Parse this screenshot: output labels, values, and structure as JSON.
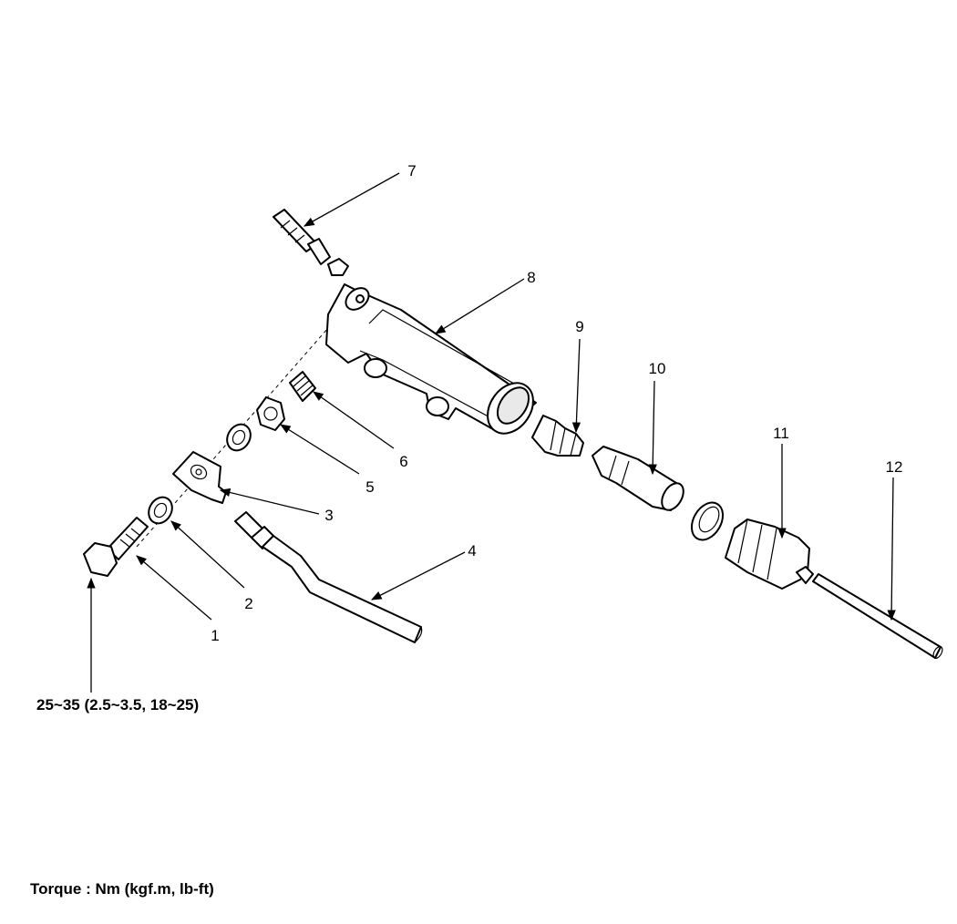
{
  "callouts": [
    {
      "id": "1",
      "label": "1"
    },
    {
      "id": "2",
      "label": "2"
    },
    {
      "id": "3",
      "label": "3"
    },
    {
      "id": "4",
      "label": "4"
    },
    {
      "id": "5",
      "label": "5"
    },
    {
      "id": "6",
      "label": "6"
    },
    {
      "id": "7",
      "label": "7"
    },
    {
      "id": "8",
      "label": "8"
    },
    {
      "id": "9",
      "label": "9"
    },
    {
      "id": "10",
      "label": "10"
    },
    {
      "id": "11",
      "label": "11"
    },
    {
      "id": "12",
      "label": "12"
    }
  ],
  "torque_spec": "25~35 (2.5~3.5, 18~25)",
  "torque_legend": "Torque : Nm (kgf.m, lb-ft)"
}
